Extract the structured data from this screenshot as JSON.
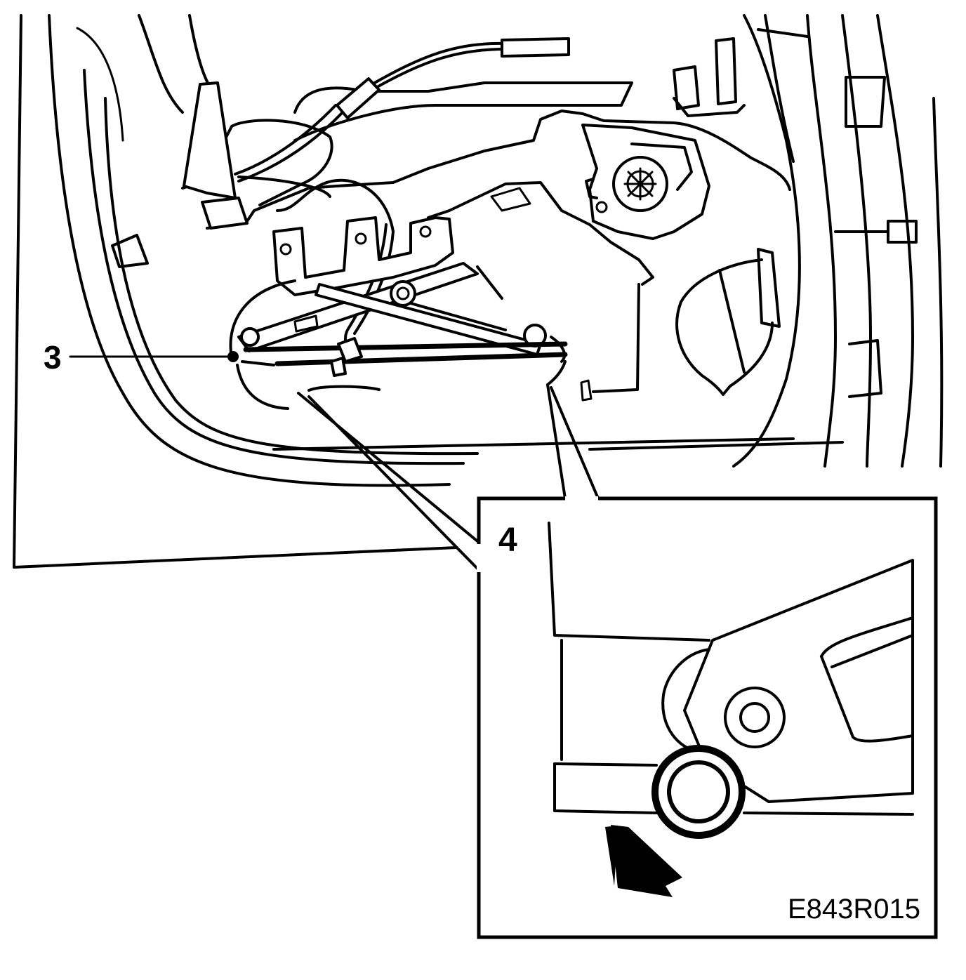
{
  "callouts": {
    "label_3": "3",
    "label_4": "4"
  },
  "figure_code": "E843R015",
  "colors": {
    "ink": "#000000",
    "paper": "#ffffff"
  }
}
